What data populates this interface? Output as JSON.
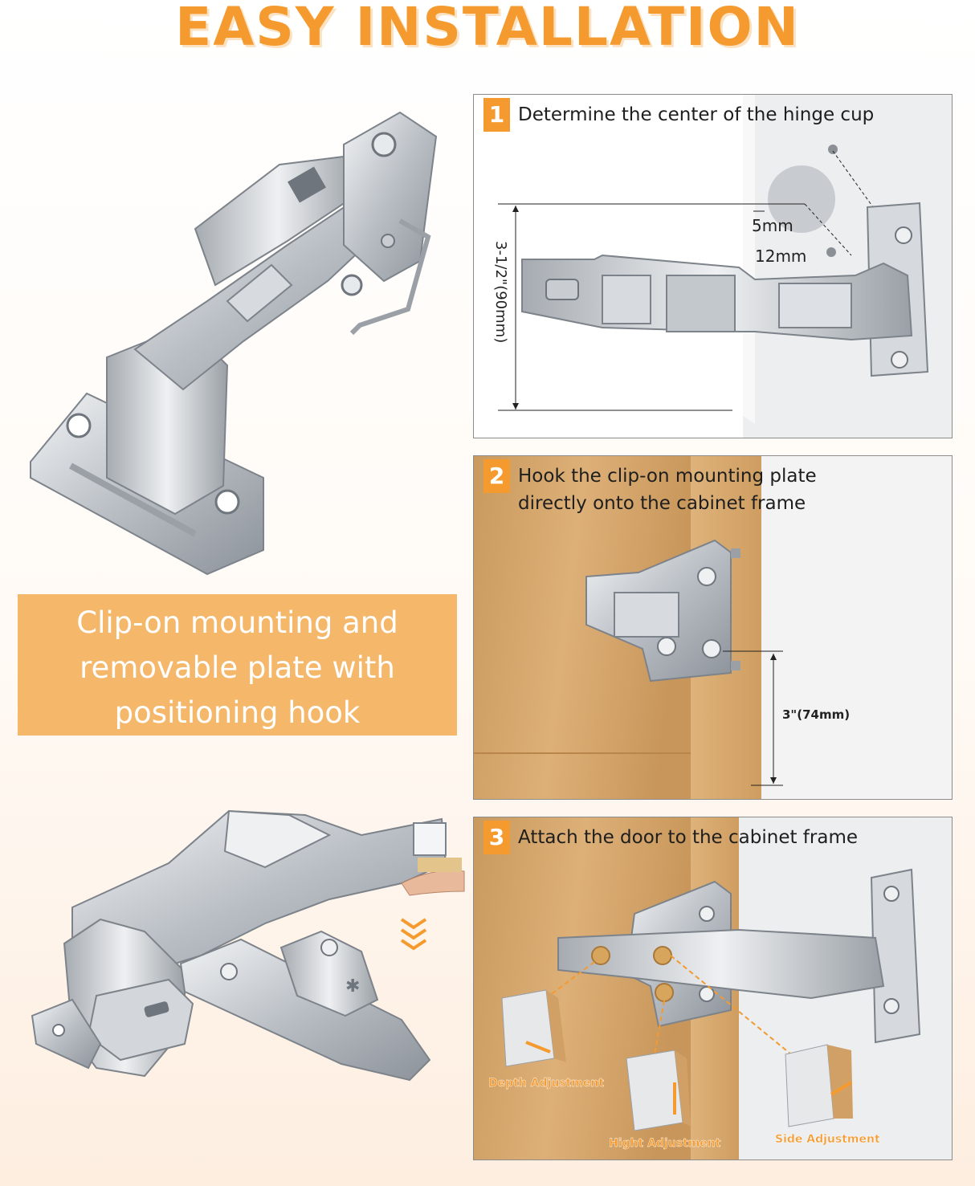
{
  "title": "EASY INSTALLATION",
  "banner": {
    "line1": "Clip-on mounting and",
    "line2": "removable plate with",
    "line3": "positioning hook"
  },
  "steps": [
    {
      "number": "1",
      "text": "Determine the center of the hinge cup"
    },
    {
      "number": "2",
      "text": "Hook the clip-on mounting plate directly onto the cabinet frame"
    },
    {
      "number": "3",
      "text": "Attach the door to the cabinet frame"
    }
  ],
  "dimensions": {
    "cup_edge": "5mm",
    "cup_offset": "12mm",
    "vertical_1": "3-1/2\"(90mm)",
    "vertical_2": "3\"(74mm)"
  },
  "adjustments": {
    "depth": "Depth Adjustment",
    "height": "Hight Adjustment",
    "side": "Side Adjustment"
  },
  "colors": {
    "accent": "#f49a2e",
    "banner": "#f5b76a",
    "wood": "#d6a468",
    "metal": "#c9cdd2"
  }
}
